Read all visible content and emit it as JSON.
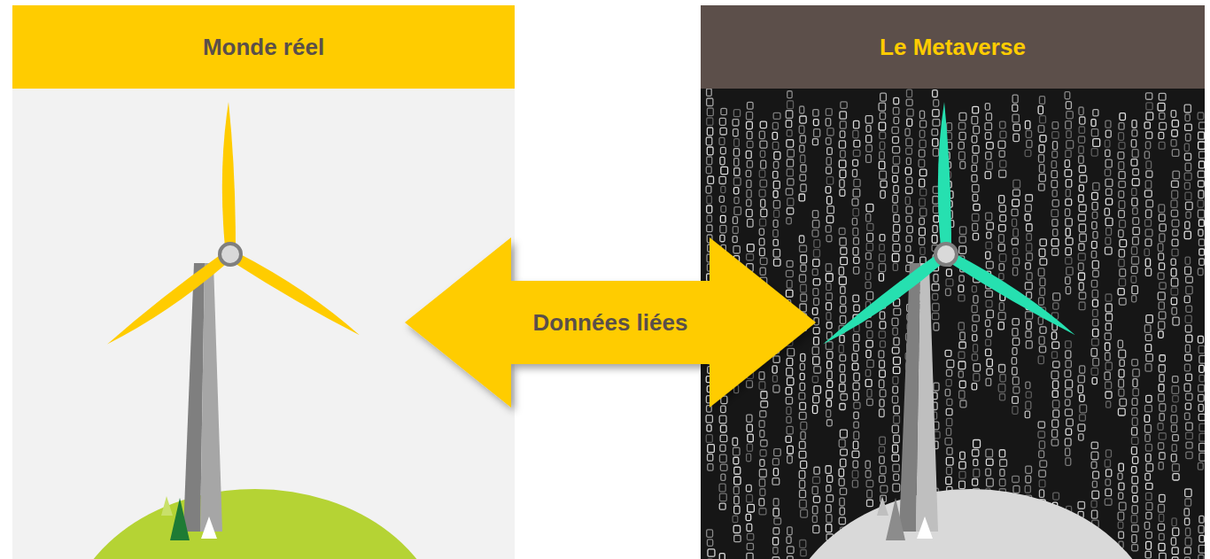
{
  "diagram": {
    "nodes": [
      {
        "text": [
          "Monde réel"
        ]
      },
      {
        "text": [
          "Le Metaverse"
        ]
      }
    ],
    "edges": [
      {
        "from": 0,
        "to": 1,
        "arrow": "both",
        "label": "Données liées"
      }
    ]
  }
}
